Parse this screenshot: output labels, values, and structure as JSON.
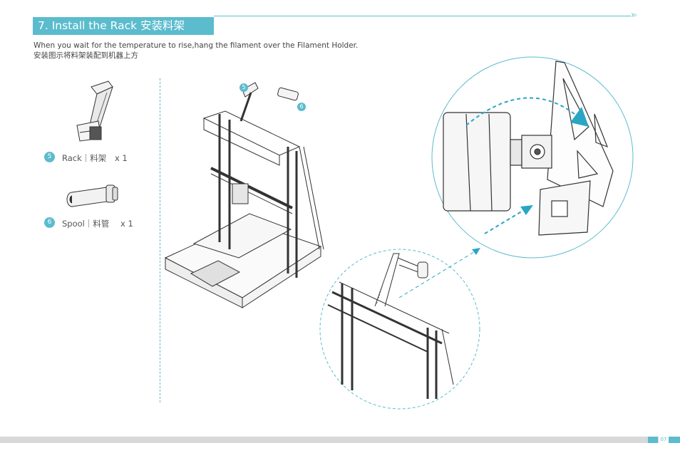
{
  "header": {
    "title": "7. Install the Rack 安装料架",
    "description_en": "When you wait for the temperature to rise,hang the filament over the Filament Holder.",
    "description_zh": "安装图示将料架装配到机器上方"
  },
  "parts": [
    {
      "number": "5",
      "label": "Rack｜料架",
      "qty": "x 1"
    },
    {
      "number": "6",
      "label": "Spool｜料管",
      "qty": "x 1"
    }
  ],
  "diagram_callouts": [
    "5",
    "6"
  ],
  "footer": {
    "page_number": "07"
  },
  "colors": {
    "accent": "#5bbccd",
    "line": "#333333"
  }
}
